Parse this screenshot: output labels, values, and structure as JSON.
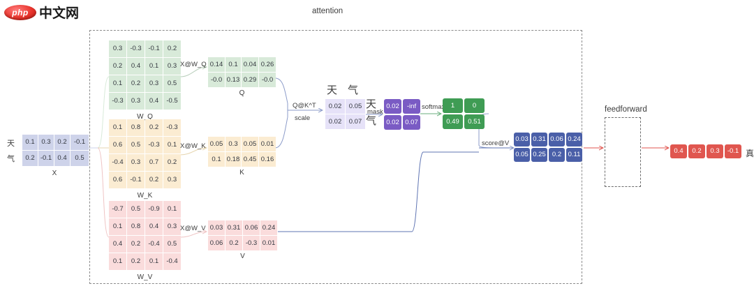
{
  "logo": {
    "badge": "php",
    "text": "中文网"
  },
  "diagram": {
    "attention_title": "attention",
    "feedforward_title": "feedforward"
  },
  "labels": {
    "x_at_wq": "X@W_Q",
    "x_at_wk": "X@W_K",
    "x_at_wv": "X@W_V",
    "qkt": "Q@K^T",
    "scale": "scale",
    "mask": "mask",
    "softmax": "softmax",
    "score_at_v": "score@V"
  },
  "tokens": {
    "tian": "天",
    "qi": "气",
    "zhen": "真"
  },
  "matrices": {
    "X": {
      "caption": "X",
      "row_labels": [
        "天",
        "气"
      ],
      "rows": [
        [
          "0.1",
          "0.3",
          "0.2",
          "-0.1"
        ],
        [
          "0.2",
          "-0.1",
          "0.4",
          "0.5"
        ]
      ]
    },
    "W_Q": {
      "caption": "W_Q",
      "rows": [
        [
          "0.3",
          "-0.3",
          "-0.1",
          "0.2"
        ],
        [
          "0.2",
          "0.4",
          "0.1",
          "0.3"
        ],
        [
          "0.1",
          "0.2",
          "0.3",
          "0.5"
        ],
        [
          "-0.3",
          "0.3",
          "0.4",
          "-0.5"
        ]
      ]
    },
    "W_K": {
      "caption": "W_K",
      "rows": [
        [
          "0.1",
          "0.8",
          "0.2",
          "-0.3"
        ],
        [
          "0.6",
          "0.5",
          "-0.3",
          "0.1"
        ],
        [
          "-0.4",
          "0.3",
          "0.7",
          "0.2"
        ],
        [
          "0.6",
          "-0.1",
          "0.2",
          "0.3"
        ]
      ]
    },
    "W_V": {
      "caption": "W_V",
      "rows": [
        [
          "-0.7",
          "0.5",
          "-0.9",
          "0.1"
        ],
        [
          "0.1",
          "0.8",
          "0.4",
          "0.3"
        ],
        [
          "0.4",
          "0.2",
          "-0.4",
          "0.5"
        ],
        [
          "0.1",
          "0.2",
          "0.1",
          "-0.4"
        ]
      ]
    },
    "Q": {
      "caption": "Q",
      "rows": [
        [
          "0.14",
          "0.1",
          "0.04",
          "0.26"
        ],
        [
          "-0.0",
          "0.13",
          "0.29",
          "-0.0"
        ]
      ]
    },
    "K": {
      "caption": "K",
      "rows": [
        [
          "0.05",
          "0.3",
          "0.05",
          "0.01"
        ],
        [
          "0.1",
          "0.18",
          "0.45",
          "0.16"
        ]
      ]
    },
    "V": {
      "caption": "V",
      "rows": [
        [
          "0.03",
          "0.31",
          "0.06",
          "0.24"
        ],
        [
          "0.06",
          "0.2",
          "-0.3",
          "0.01"
        ]
      ]
    },
    "scores": {
      "col_labels": [
        "天",
        "气"
      ],
      "row_labels": [
        "天",
        "气"
      ],
      "rows": [
        [
          "0.02",
          "0.05"
        ],
        [
          "0.02",
          "0.07"
        ]
      ]
    },
    "masked": {
      "rows": [
        [
          "0.02",
          "-inf"
        ],
        [
          "0.02",
          "0.07"
        ]
      ]
    },
    "softmax": {
      "rows": [
        [
          "1",
          "0"
        ],
        [
          "0.49",
          "0.51"
        ]
      ]
    },
    "attn_out": {
      "rows": [
        [
          "0.03",
          "0.31",
          "0.06",
          "0.24"
        ],
        [
          "0.05",
          "0.25",
          "0.2",
          "0.11"
        ]
      ]
    },
    "final": {
      "row_label": "真",
      "rows": [
        [
          "0.4",
          "0.2",
          "0.3",
          "-0.1"
        ]
      ]
    }
  },
  "colors": {
    "x": "#ced3ea",
    "wq": "#d8ead9",
    "wk": "#fbecd2",
    "wv": "#fadcdc",
    "scores": "#e6e2f8",
    "masked": "#7a5bc4",
    "softmax": "#3f9c54",
    "attn_out": "#4a5fa8",
    "final": "#e0564f",
    "wire": "#8b9bc9",
    "wire_green": "#6aae7d",
    "wire_red": "#e0564f"
  }
}
